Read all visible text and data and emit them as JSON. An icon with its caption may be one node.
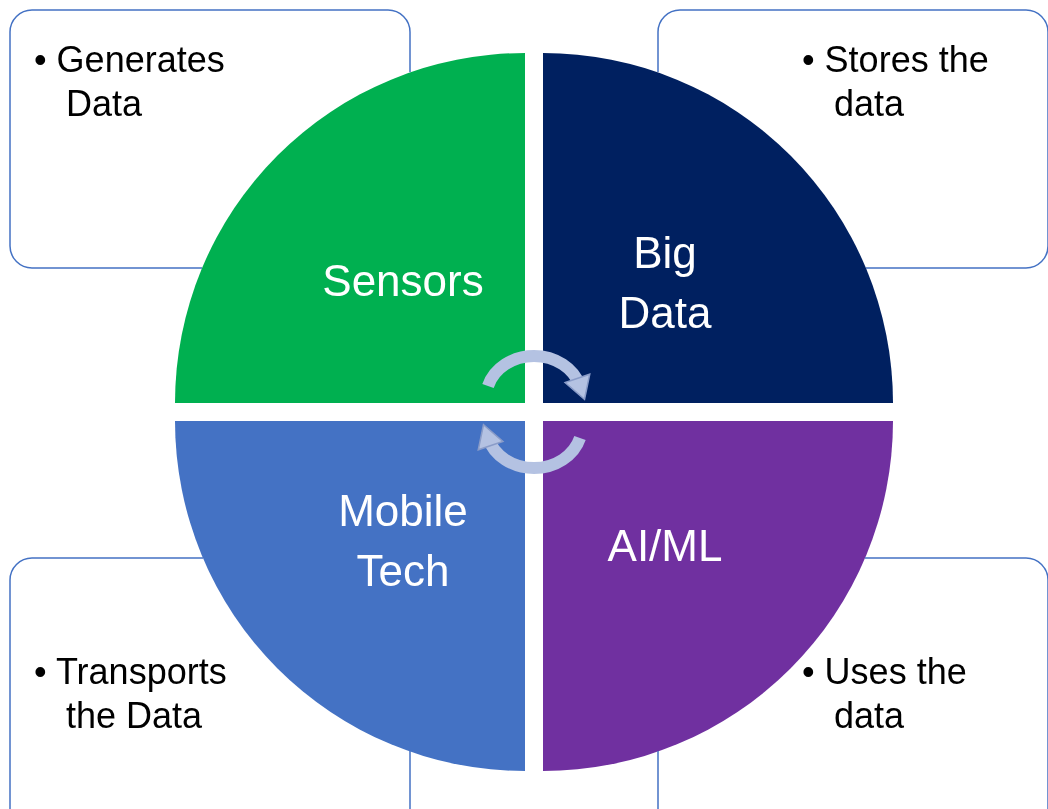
{
  "diagram": {
    "nodes": [
      {
        "text": [
          "• Generates Data"
        ]
      },
      {
        "text": [
          "• Stores the data"
        ]
      },
      {
        "text": [
          "Sensors"
        ]
      },
      {
        "text": [
          "Big Data"
        ]
      },
      {
        "text": [
          "Mobile Tech"
        ]
      },
      {
        "text": [
          "AI/ML"
        ]
      },
      {
        "text": [
          "• Transports the Data"
        ]
      },
      {
        "text": [
          "• Uses the data"
        ]
      }
    ],
    "edges": [
      {
        "from": 2,
        "to": 3,
        "arrow": "to"
      },
      {
        "from": 5,
        "to": 4,
        "arrow": "to"
      }
    ]
  }
}
